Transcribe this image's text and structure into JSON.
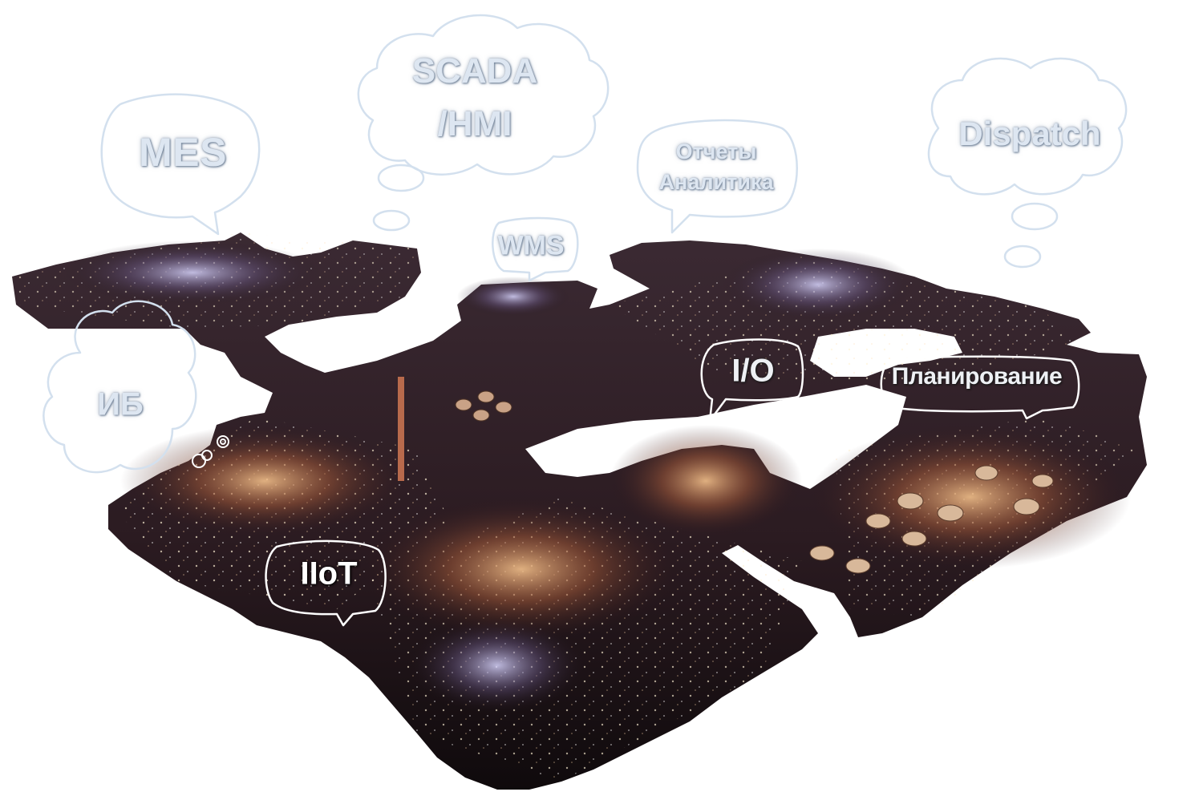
{
  "scene": {
    "description_free": true,
    "colors": {
      "background": "#ffffff",
      "bubble_stroke_sky": "#d3e0ee",
      "bubble_stroke_ground": "#ffffff",
      "plant_dark": "#2a1a1e",
      "plant_glow": "#c98a5a"
    }
  },
  "bubbles": {
    "mes": {
      "text": "MES",
      "shape": "speech-bubble",
      "icon": "speech-bubble-icon"
    },
    "scada_line1": "SCADA",
    "scada_line2": "/HMI",
    "scada": {
      "shape": "thought-bubble",
      "icon": "thought-cloud-icon"
    },
    "reports_line1": "Отчеты",
    "reports_line2": "Аналитика",
    "reports": {
      "shape": "speech-bubble",
      "icon": "speech-bubble-icon"
    },
    "dispatch": {
      "text": "Dispatch",
      "shape": "thought-bubble",
      "icon": "thought-cloud-icon"
    },
    "wms": {
      "text": "WMS",
      "shape": "speech-bubble",
      "icon": "speech-bubble-icon"
    },
    "ib": {
      "text": "ИБ",
      "shape": "thought-bubble",
      "icon": "thought-cloud-icon"
    },
    "io": {
      "text": "I/O",
      "shape": "speech-bubble",
      "icon": "speech-bubble-icon"
    },
    "planning": {
      "text": "Планирование",
      "shape": "speech-bubble",
      "icon": "speech-bubble-icon"
    },
    "iiot": {
      "text": "IIoT",
      "shape": "speech-bubble",
      "icon": "speech-bubble-icon"
    }
  }
}
